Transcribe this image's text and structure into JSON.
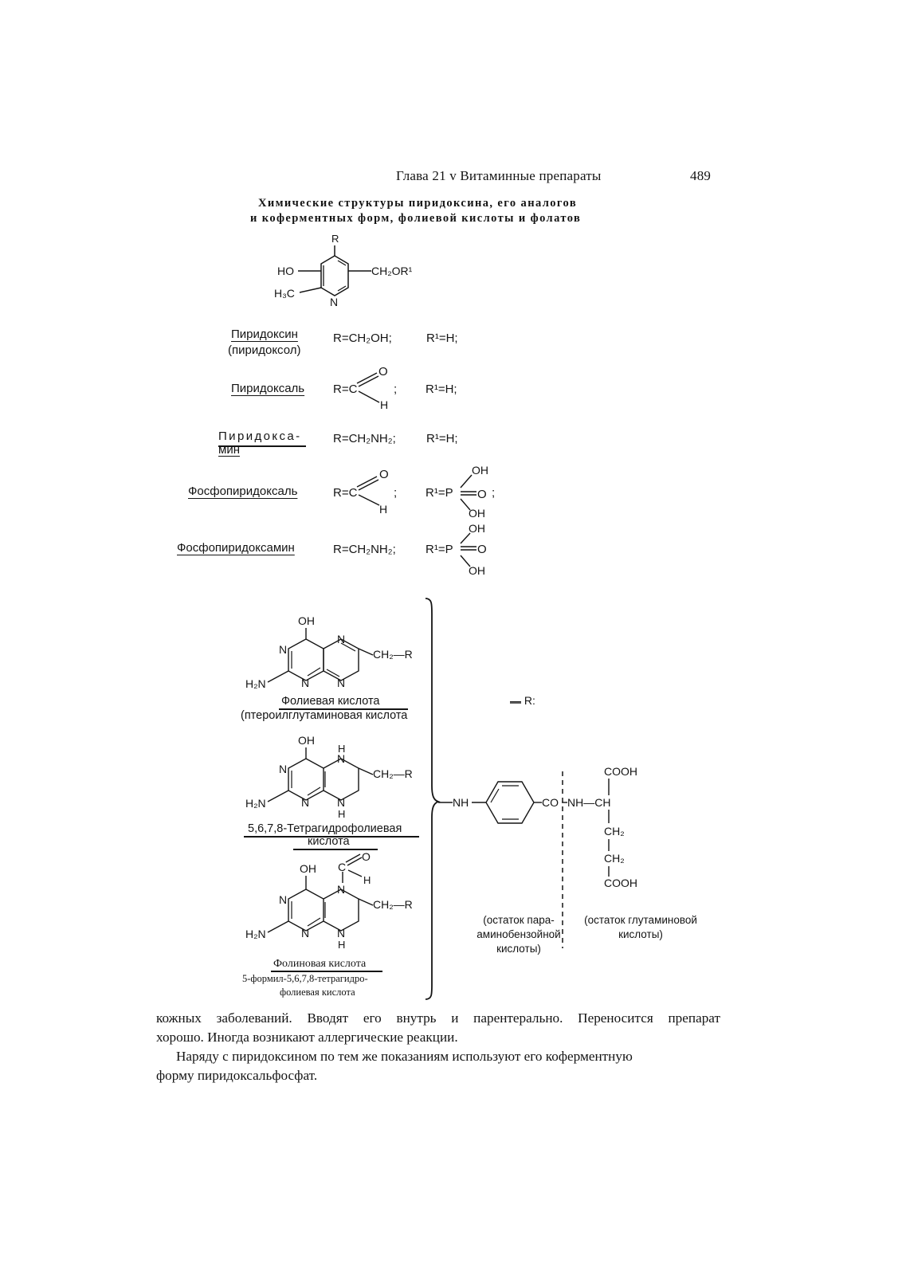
{
  "header": {
    "running_title": "Глава 21 v Витаминные препараты",
    "page_number": "489"
  },
  "caption": {
    "line1": "Химические структуры пиридоксина, его аналогов",
    "line2": "и коферментных форм, фолиевой кислоты и фолатов"
  },
  "pyridoxine_core": {
    "r_label": "R",
    "ho_label": "HO",
    "ch2or_label": "CH₂OR¹",
    "h3c_label": "H₃C",
    "n_label": "N"
  },
  "derivatives": [
    {
      "name": "Пиридоксин",
      "alias": "(пиридоксол)",
      "r_value": "R=CH₂OH;",
      "r1_value": "R¹=H;"
    },
    {
      "name": "Пиридоксаль",
      "r_value": "R=C",
      "r1_value": "R¹=H;"
    },
    {
      "name": "Пиридокса-",
      "name_cont": "мин",
      "r_value": "R=CH₂NH₂;",
      "r1_value": "R¹=H;"
    },
    {
      "name": "Фосфопиридоксаль",
      "r_value": "R=C",
      "r1_value": "R¹=P"
    },
    {
      "name": "Фосфопиридоксамин",
      "r_value": "R=CH₂NH₂;",
      "r1_value": "R¹=P"
    }
  ],
  "atoms": {
    "o": "O",
    "h": "H",
    "oh": "OH",
    "semicolon": ";",
    "eq_o": "O"
  },
  "folates": {
    "folic_acid": {
      "name": "Фолиевая кислота",
      "alias": "(птероилглутаминовая кислота"
    },
    "thf": {
      "name_line1": "5,6,7,8-Тетрагидрофолиевая",
      "name_line2": "кислота"
    },
    "folinic": {
      "name": "Фолиновая кислота",
      "desc_line1": "5-формил-5,6,7,8-тетрагидро-",
      "desc_line2": "фолиевая кислота"
    },
    "labels": {
      "oh": "OH",
      "n": "N",
      "h2n": "H₂N",
      "ch2r": "CH₂—R",
      "h": "H",
      "o": "O",
      "c": "C"
    }
  },
  "side_chain": {
    "r_label": "— R:",
    "nh": "NH",
    "co": "CO",
    "nh_ch": "NH—CH",
    "cooh_top": "COOH",
    "ch2_1": "CH₂",
    "ch2_2": "CH₂",
    "cooh_bottom": "COOH",
    "paba_label": [
      "(остаток пара-",
      "аминобензойной",
      "кислоты)"
    ],
    "glu_label": [
      "(остаток глутаминовой",
      "кислоты)"
    ]
  },
  "body": {
    "line1": "кожных заболеваний. Вводят его внутрь и парентерально. Переносится препарат",
    "line2": "хорошо. Иногда возникают аллергические реакции.",
    "line3": "Наряду с пиридоксином по тем же показаниям используют его коферментную",
    "line4": "форму пиридоксальфосфат."
  }
}
